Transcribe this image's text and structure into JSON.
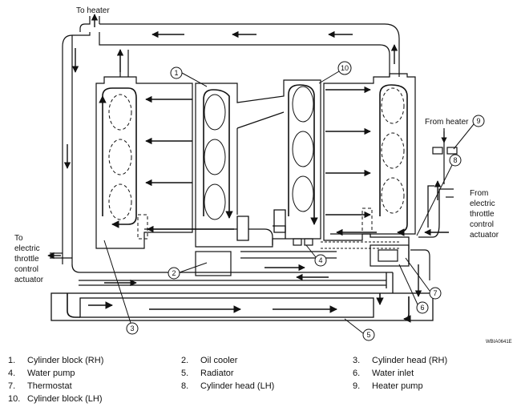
{
  "diagram": {
    "labels": {
      "to_heater": "To heater",
      "from_heater": "From heater",
      "to_etc": [
        "To",
        "electric",
        "throttle",
        "control",
        "actuator"
      ],
      "from_etc": [
        "From",
        "electric",
        "throttle",
        "control",
        "actuator"
      ],
      "code": "WBIA0641E"
    },
    "callouts": [
      "1",
      "2",
      "3",
      "4",
      "5",
      "6",
      "7",
      "8",
      "9",
      "10"
    ]
  },
  "legend": [
    {
      "num": "1.",
      "text": "Cylinder block (RH)"
    },
    {
      "num": "2.",
      "text": "Oil cooler"
    },
    {
      "num": "3.",
      "text": "Cylinder head (RH)"
    },
    {
      "num": "4.",
      "text": "Water pump"
    },
    {
      "num": "5.",
      "text": "Radiator"
    },
    {
      "num": "6.",
      "text": "Water inlet"
    },
    {
      "num": "7.",
      "text": "Thermostat"
    },
    {
      "num": "8.",
      "text": "Cylinder head (LH)"
    },
    {
      "num": "9.",
      "text": "Heater pump"
    },
    {
      "num": "10.",
      "text": "Cylinder block (LH)"
    }
  ]
}
